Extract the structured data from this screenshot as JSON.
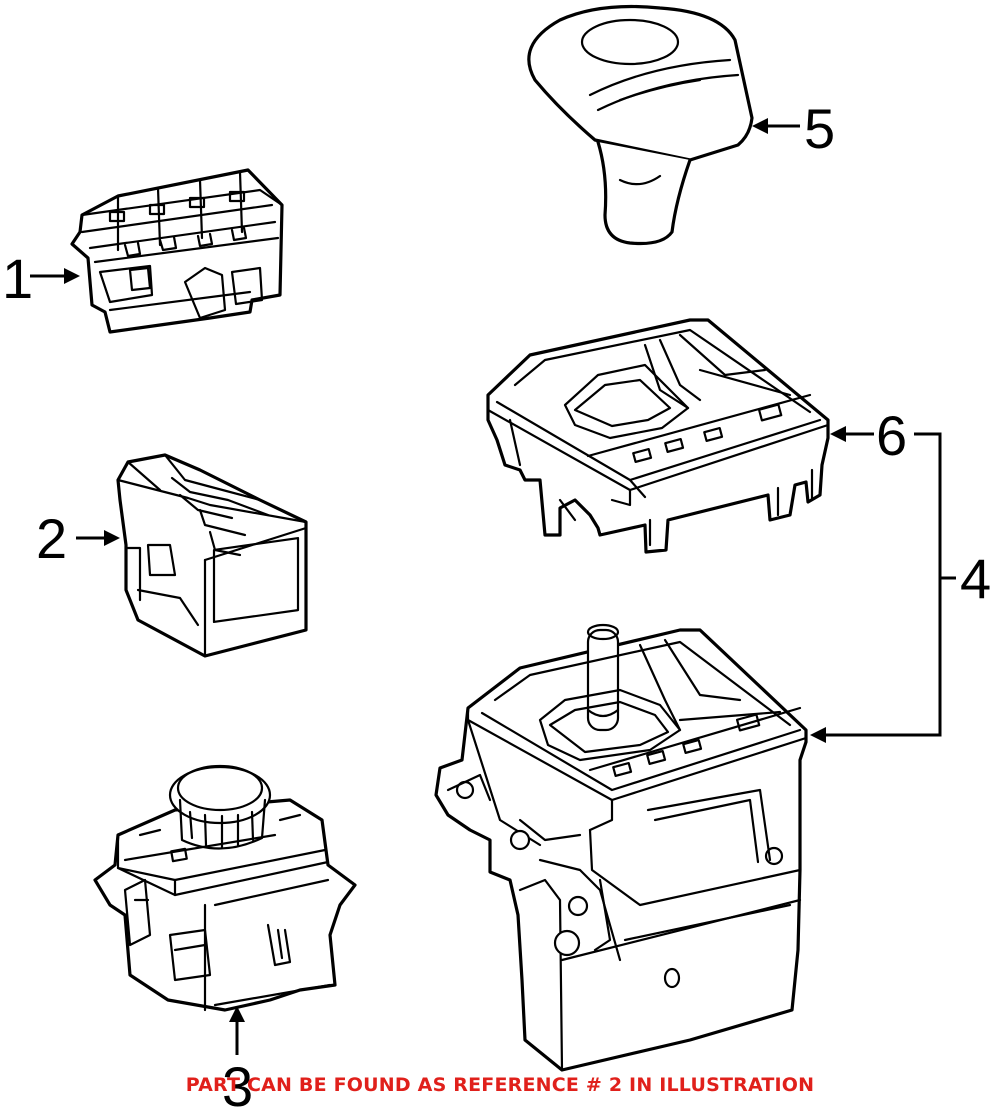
{
  "callouts": {
    "c1": "1",
    "c2": "2",
    "c3": "3",
    "c4": "4",
    "c5": "5",
    "c6": "6"
  },
  "footer": {
    "note": "PART CAN BE FOUND AS REFERENCE # 2 IN ILLUSTRATION",
    "color": "#e0201b"
  }
}
